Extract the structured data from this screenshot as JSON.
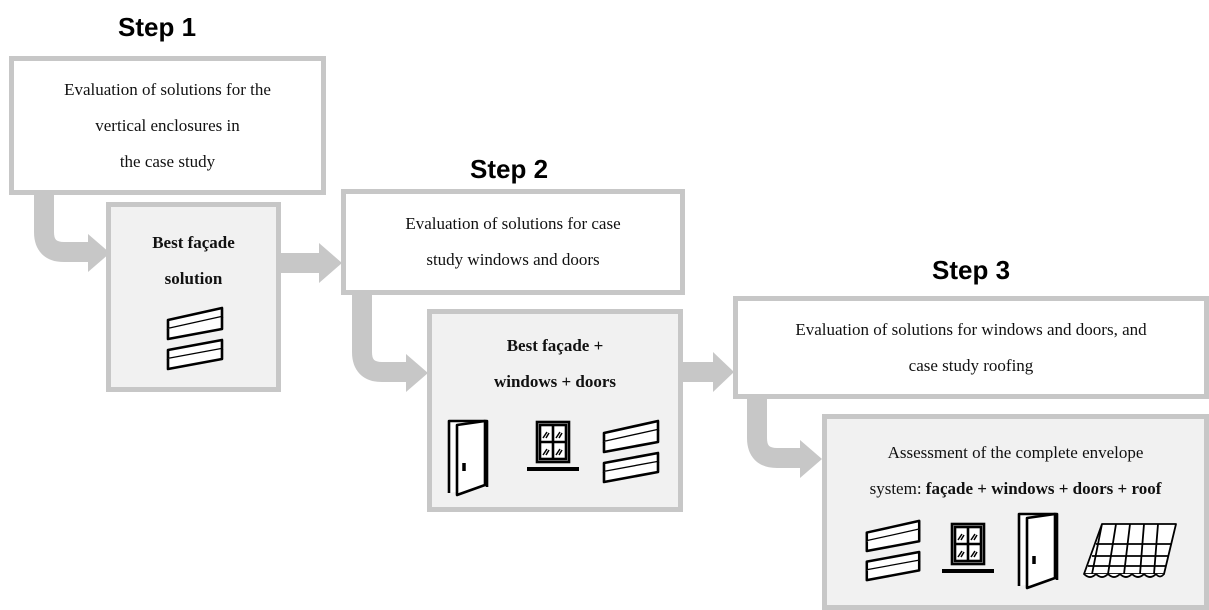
{
  "colors": {
    "border": "#c7c7c7",
    "arrow": "#c7c7c7",
    "highlight_bg": "#f1f1f1",
    "plain_bg": "#ffffff"
  },
  "steps": [
    {
      "title": "Step 1",
      "evaluation": [
        "Evaluation of solutions for the",
        "vertical enclosures in",
        "the case study"
      ],
      "result": [
        "Best façade",
        "solution"
      ],
      "result_icons": [
        "facade-panel-icon"
      ]
    },
    {
      "title": "Step 2",
      "evaluation": [
        "Evaluation of solutions for case",
        "study windows and doors"
      ],
      "result": [
        "Best façade +",
        "windows + doors"
      ],
      "result_icons": [
        "door-icon",
        "window-icon",
        "facade-panel-icon"
      ]
    },
    {
      "title": "Step 3",
      "evaluation": [
        "Evaluation of solutions for windows and doors, and",
        "case study roofing"
      ],
      "result": [
        "Assessment of the complete envelope",
        "system: ",
        "façade + windows + doors + roof"
      ],
      "result_icons": [
        "facade-panel-icon",
        "window-icon",
        "door-icon",
        "roof-tiles-icon"
      ]
    }
  ]
}
